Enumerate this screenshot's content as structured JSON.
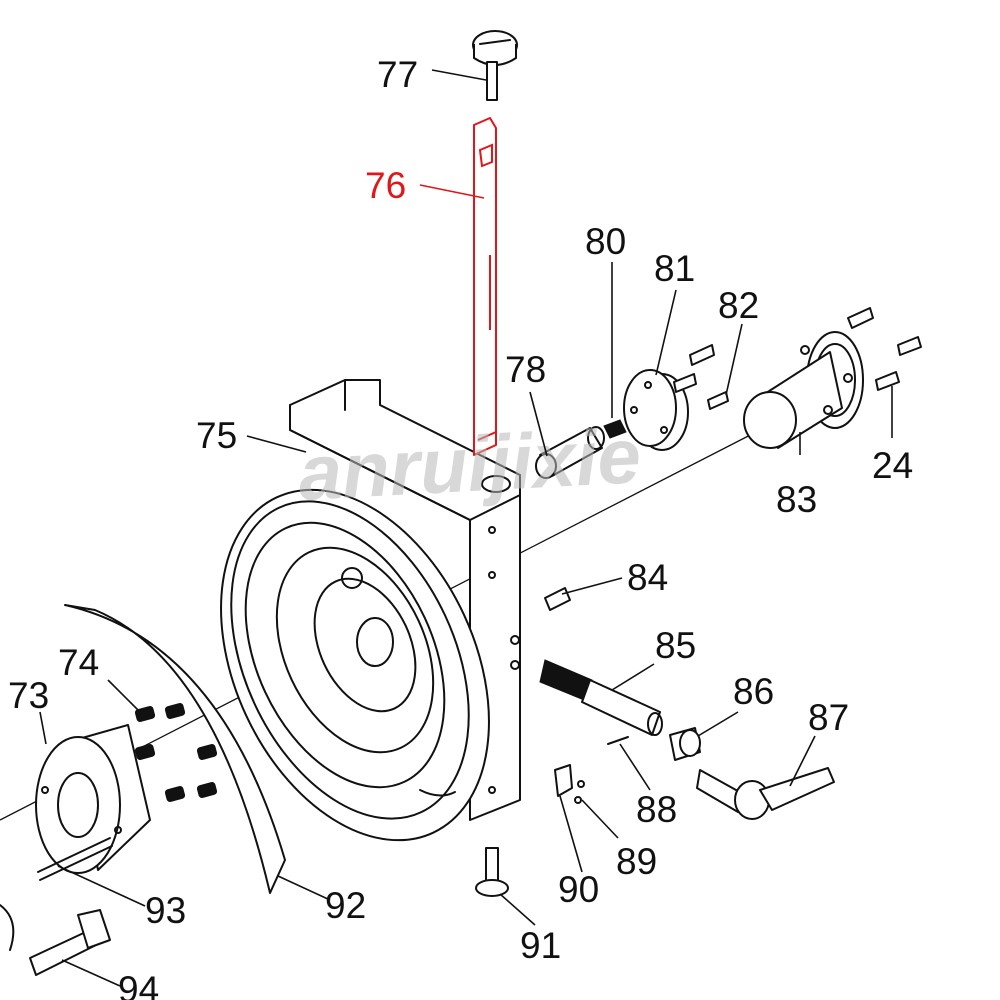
{
  "watermark": "anruijixie",
  "highlighted_part": "76",
  "colors": {
    "highlight": "#e0161b",
    "line": "#111111",
    "watermark": "#b9b9b9"
  },
  "callouts": [
    {
      "id": "77",
      "highlighted": false
    },
    {
      "id": "76",
      "highlighted": true
    },
    {
      "id": "80",
      "highlighted": false
    },
    {
      "id": "81",
      "highlighted": false
    },
    {
      "id": "82",
      "highlighted": false
    },
    {
      "id": "78",
      "highlighted": false
    },
    {
      "id": "75",
      "highlighted": false
    },
    {
      "id": "83",
      "highlighted": false
    },
    {
      "id": "24",
      "highlighted": false
    },
    {
      "id": "84",
      "highlighted": false
    },
    {
      "id": "85",
      "highlighted": false
    },
    {
      "id": "74",
      "highlighted": false
    },
    {
      "id": "73",
      "highlighted": false
    },
    {
      "id": "86",
      "highlighted": false
    },
    {
      "id": "87",
      "highlighted": false
    },
    {
      "id": "88",
      "highlighted": false
    },
    {
      "id": "89",
      "highlighted": false
    },
    {
      "id": "90",
      "highlighted": false
    },
    {
      "id": "93",
      "highlighted": false
    },
    {
      "id": "92",
      "highlighted": false
    },
    {
      "id": "91",
      "highlighted": false
    },
    {
      "id": "94",
      "highlighted": false
    }
  ]
}
